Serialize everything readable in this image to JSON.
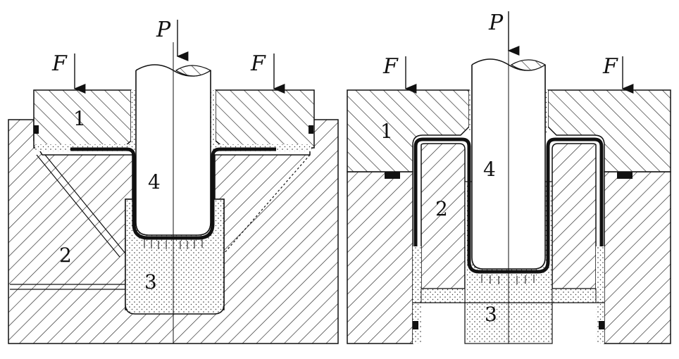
{
  "labels": {
    "force_p": "P",
    "force_f": "F",
    "part_1": "1",
    "part_2": "2",
    "part_3": "3",
    "part_4": "4"
  },
  "colors": {
    "ink": "#111111",
    "background": "#ffffff"
  }
}
